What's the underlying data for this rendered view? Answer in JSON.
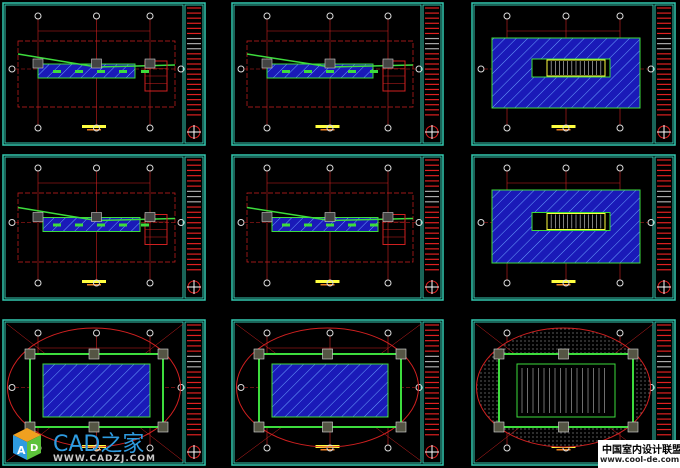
{
  "colors": {
    "background": "#000000",
    "frame": "#33c9b0",
    "dimension": "#d02020",
    "wall": "#3ddc3d",
    "fill_blue": "#1a1ab8",
    "title_block": "#e02020",
    "label": "#ffff40"
  },
  "sheets": [
    {
      "type": "linear-plan",
      "variant": 1
    },
    {
      "type": "linear-plan",
      "variant": 2
    },
    {
      "type": "escalator-plan",
      "variant": 1
    },
    {
      "type": "linear-plan",
      "variant": 3
    },
    {
      "type": "linear-plan",
      "variant": 4
    },
    {
      "type": "escalator-plan",
      "variant": 2
    },
    {
      "type": "ceiling-plan",
      "variant": 1
    },
    {
      "type": "ceiling-plan",
      "variant": 2
    },
    {
      "type": "ceiling-pattern-plan",
      "variant": 1
    }
  ],
  "watermarks": {
    "cad_logo_letters": "AD",
    "cad_name": "CAD之家",
    "cad_url": "WWW.CADZJ.COM",
    "cool_name": "中国室内设计联盟",
    "cool_url": "www.cool-de.com"
  }
}
